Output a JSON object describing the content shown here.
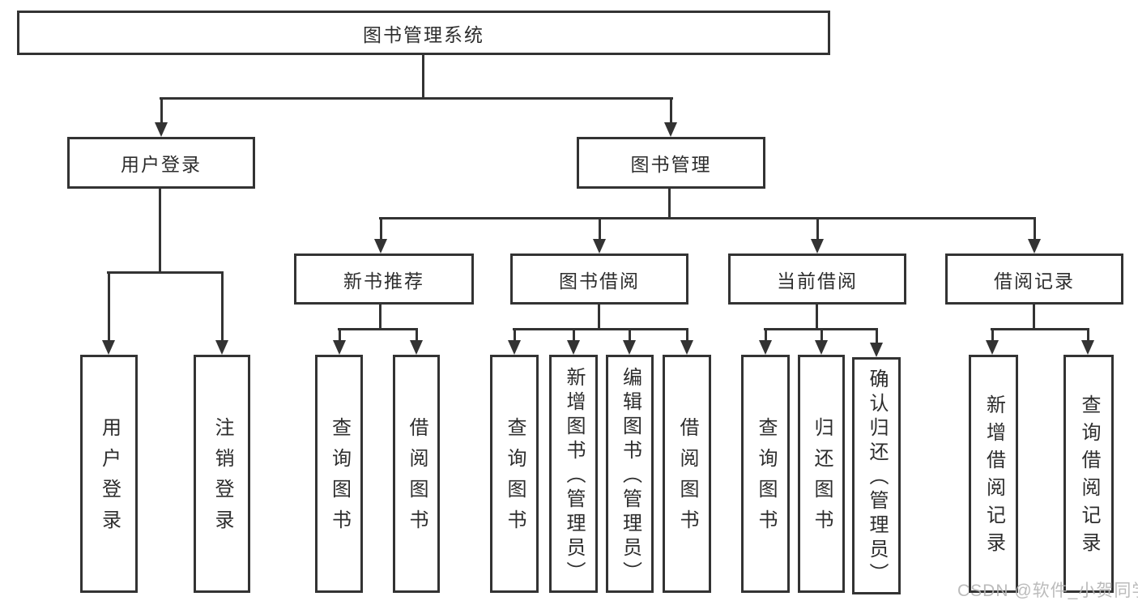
{
  "diagram": {
    "title_node": "图书管理系统",
    "root": {
      "label": "图书管理系统"
    },
    "login": {
      "label": "用户登录",
      "children": [
        {
          "label": "用户登录"
        },
        {
          "label": "注销登录"
        }
      ]
    },
    "mgmt": {
      "label": "图书管理",
      "sections": [
        {
          "label": "新书推荐",
          "children": [
            {
              "label": "查询图书"
            },
            {
              "label": "借阅图书"
            }
          ]
        },
        {
          "label": "图书借阅",
          "children": [
            {
              "label": "查询图书"
            },
            {
              "label": "新增图书（管理员）"
            },
            {
              "label": "编辑图书（管理员）"
            },
            {
              "label": "借阅图书"
            }
          ]
        },
        {
          "label": "当前借阅",
          "children": [
            {
              "label": "查询图书"
            },
            {
              "label": "归还图书"
            },
            {
              "label": "确认归还（管理员）"
            }
          ]
        },
        {
          "label": "借阅记录",
          "children": [
            {
              "label": "新增借阅记录"
            },
            {
              "label": "查询借阅记录"
            }
          ]
        }
      ]
    },
    "watermark": {
      "text": "CSDN @软件_小贺同学"
    },
    "colors": {
      "line": "#333333",
      "box_border": "#333333",
      "text": "#2d2d2d",
      "watermark": "#b4b4b4",
      "background": "#ffffff"
    }
  }
}
